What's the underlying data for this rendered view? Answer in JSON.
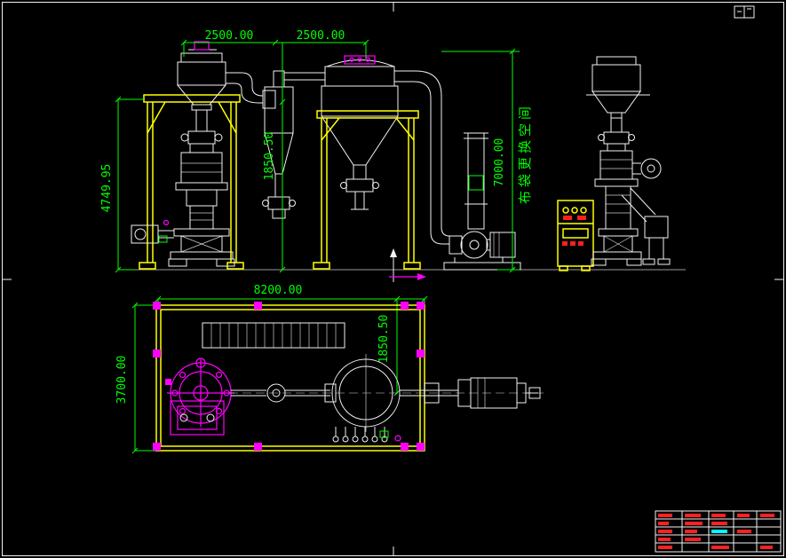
{
  "colors": {
    "background": "#000000",
    "outline": "#f2f2f2",
    "frame": "#ffff00",
    "dimension": "#00ff00",
    "accent": "#ff00ff",
    "alert": "#ff2020",
    "info": "#00ffff"
  },
  "drawing": {
    "dims": {
      "span_left": "2500.00",
      "span_right": "2500.00",
      "total_height": "4749.95",
      "platform_height": "1850.50",
      "clearance_height": "7000.00",
      "plan_length": "8200.00",
      "plan_offset": "1850.50",
      "plan_width": "3700.00"
    },
    "notes": {
      "bag_space": "布袋更换空间"
    }
  }
}
